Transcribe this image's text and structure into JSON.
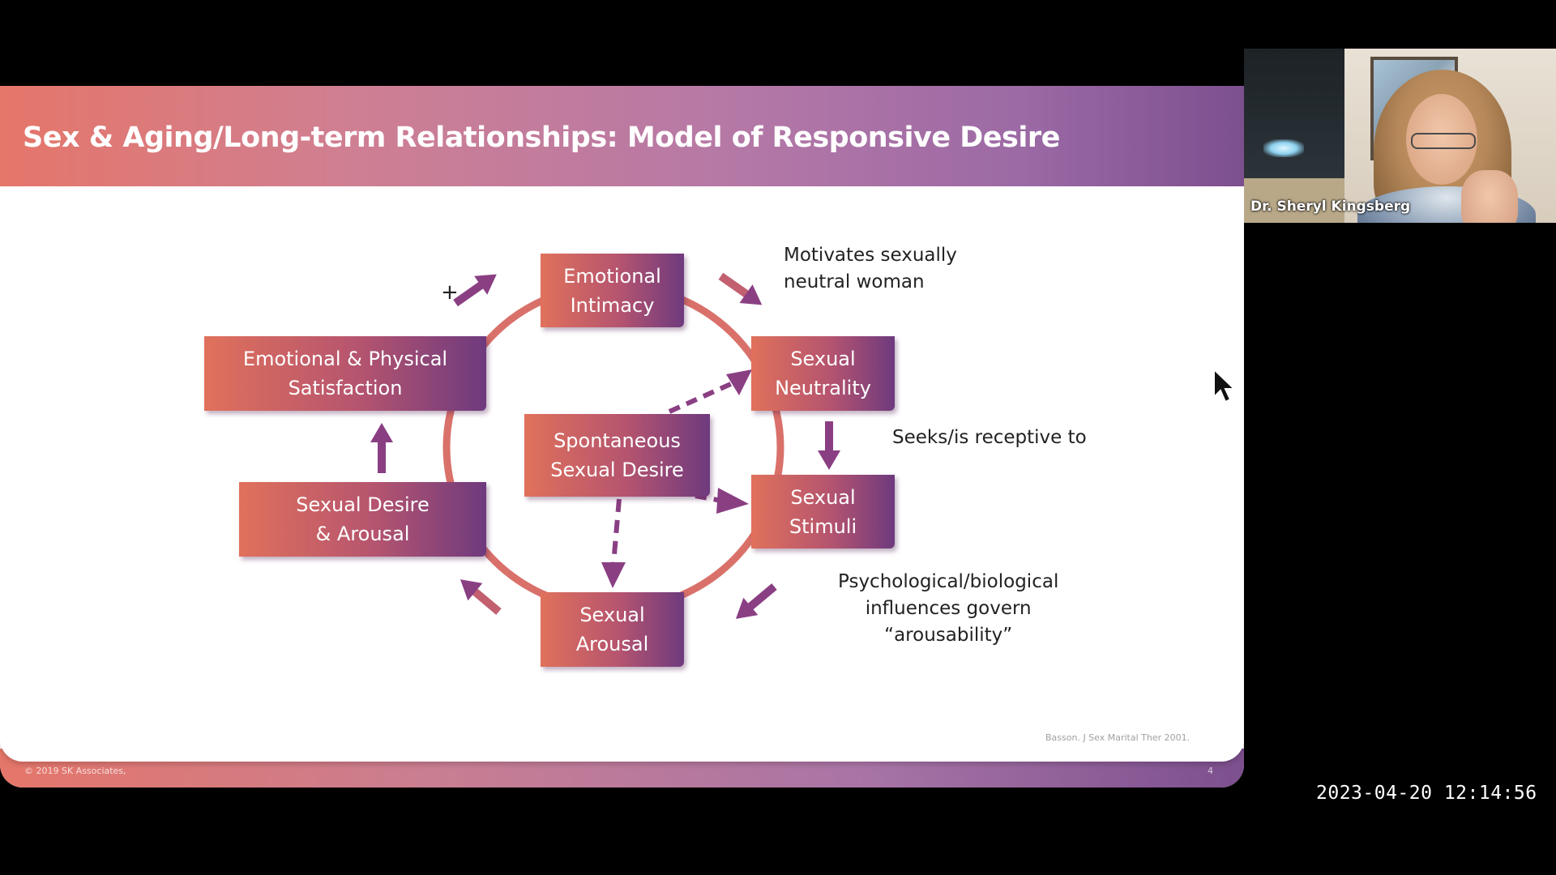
{
  "slide": {
    "title": "Sex & Aging/Long-term Relationships: Model of Responsive Desire",
    "copyright": "© 2019 SK Associates,",
    "citation": "Basson. J Sex Marital Ther 2001.",
    "page_number": "4"
  },
  "diagram": {
    "nodes": {
      "emotional_intimacy": "Emotional\nIntimacy",
      "sexual_neutrality": "Sexual\nNeutrality",
      "sexual_stimuli": "Sexual\nStimuli",
      "sexual_arousal": "Sexual\nArousal",
      "sexual_desire_arousal": "Sexual Desire\n& Arousal",
      "emotional_physical_satisfaction": "Emotional & Physical\nSatisfaction",
      "spontaneous_sexual_desire": "Spontaneous\nSexual Desire"
    },
    "notes": {
      "motivates": "Motivates sexually\nneutral woman",
      "seeks": "Seeks/is receptive to",
      "influences": "Psychological/biological\ninfluences govern\n“arousability”"
    },
    "plus_sign": "+",
    "colors": {
      "node_start": "#e0715b",
      "node_end": "#6e3a7e",
      "ring": "#d9716a",
      "arrow": "#8a3f83"
    }
  },
  "webcam": {
    "name": "Dr. Sheryl Kingsberg"
  },
  "timestamp": "2023-04-20 12:14:56"
}
